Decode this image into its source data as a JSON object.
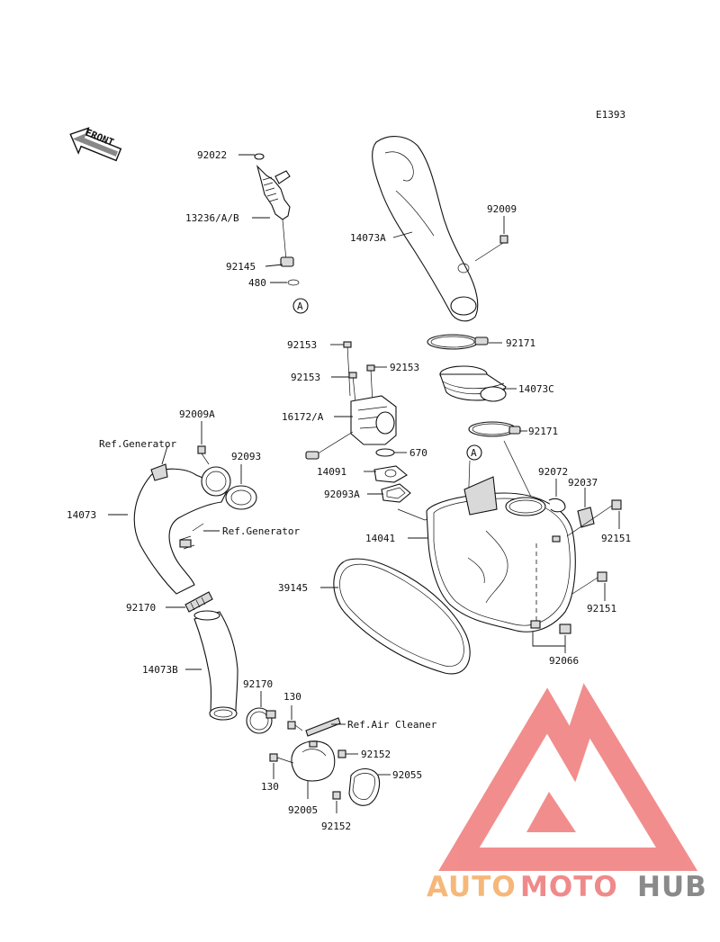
{
  "diagram": {
    "code": "E1393",
    "front_label": "FRONT",
    "callout_a": "A",
    "parts": {
      "p92022": "92022",
      "p13236": "13236/A/B",
      "p92145": "92145",
      "p480": "480",
      "p92009": "92009",
      "p14073A": "14073A",
      "p92171_top": "92171",
      "p92153_a": "92153",
      "p92153_b": "92153",
      "p92153_c": "92153",
      "p14073C": "14073C",
      "p16172A": "16172/A",
      "p92171_bottom": "92171",
      "p92009A": "92009A",
      "p670": "670",
      "p14091": "14091",
      "p92093": "92093",
      "p92093A": "92093A",
      "p92072": "92072",
      "p92037": "92037",
      "p14073": "14073",
      "p92151_a": "92151",
      "p14041": "14041",
      "p92151_b": "92151",
      "p39145": "39145",
      "p92170_a": "92170",
      "p92066": "92066",
      "p14073B": "14073B",
      "p92170_b": "92170",
      "p130_a": "130",
      "p92152_a": "92152",
      "p92055": "92055",
      "p130_b": "130",
      "p92005": "92005",
      "p92152_b": "92152"
    },
    "refs": {
      "generator_1": "Ref.Generator",
      "generator_2": "Ref.Generator",
      "air_cleaner": "Ref.Air Cleaner"
    }
  },
  "watermark": {
    "word_auto": "AUTO",
    "word_moto": "MOTO",
    "word_hub": "HUB",
    "colors": {
      "auto": "#f5b87a",
      "moto": "#f08a8a",
      "hub": "#8a8a8a",
      "logo": "#f07a7a"
    }
  }
}
